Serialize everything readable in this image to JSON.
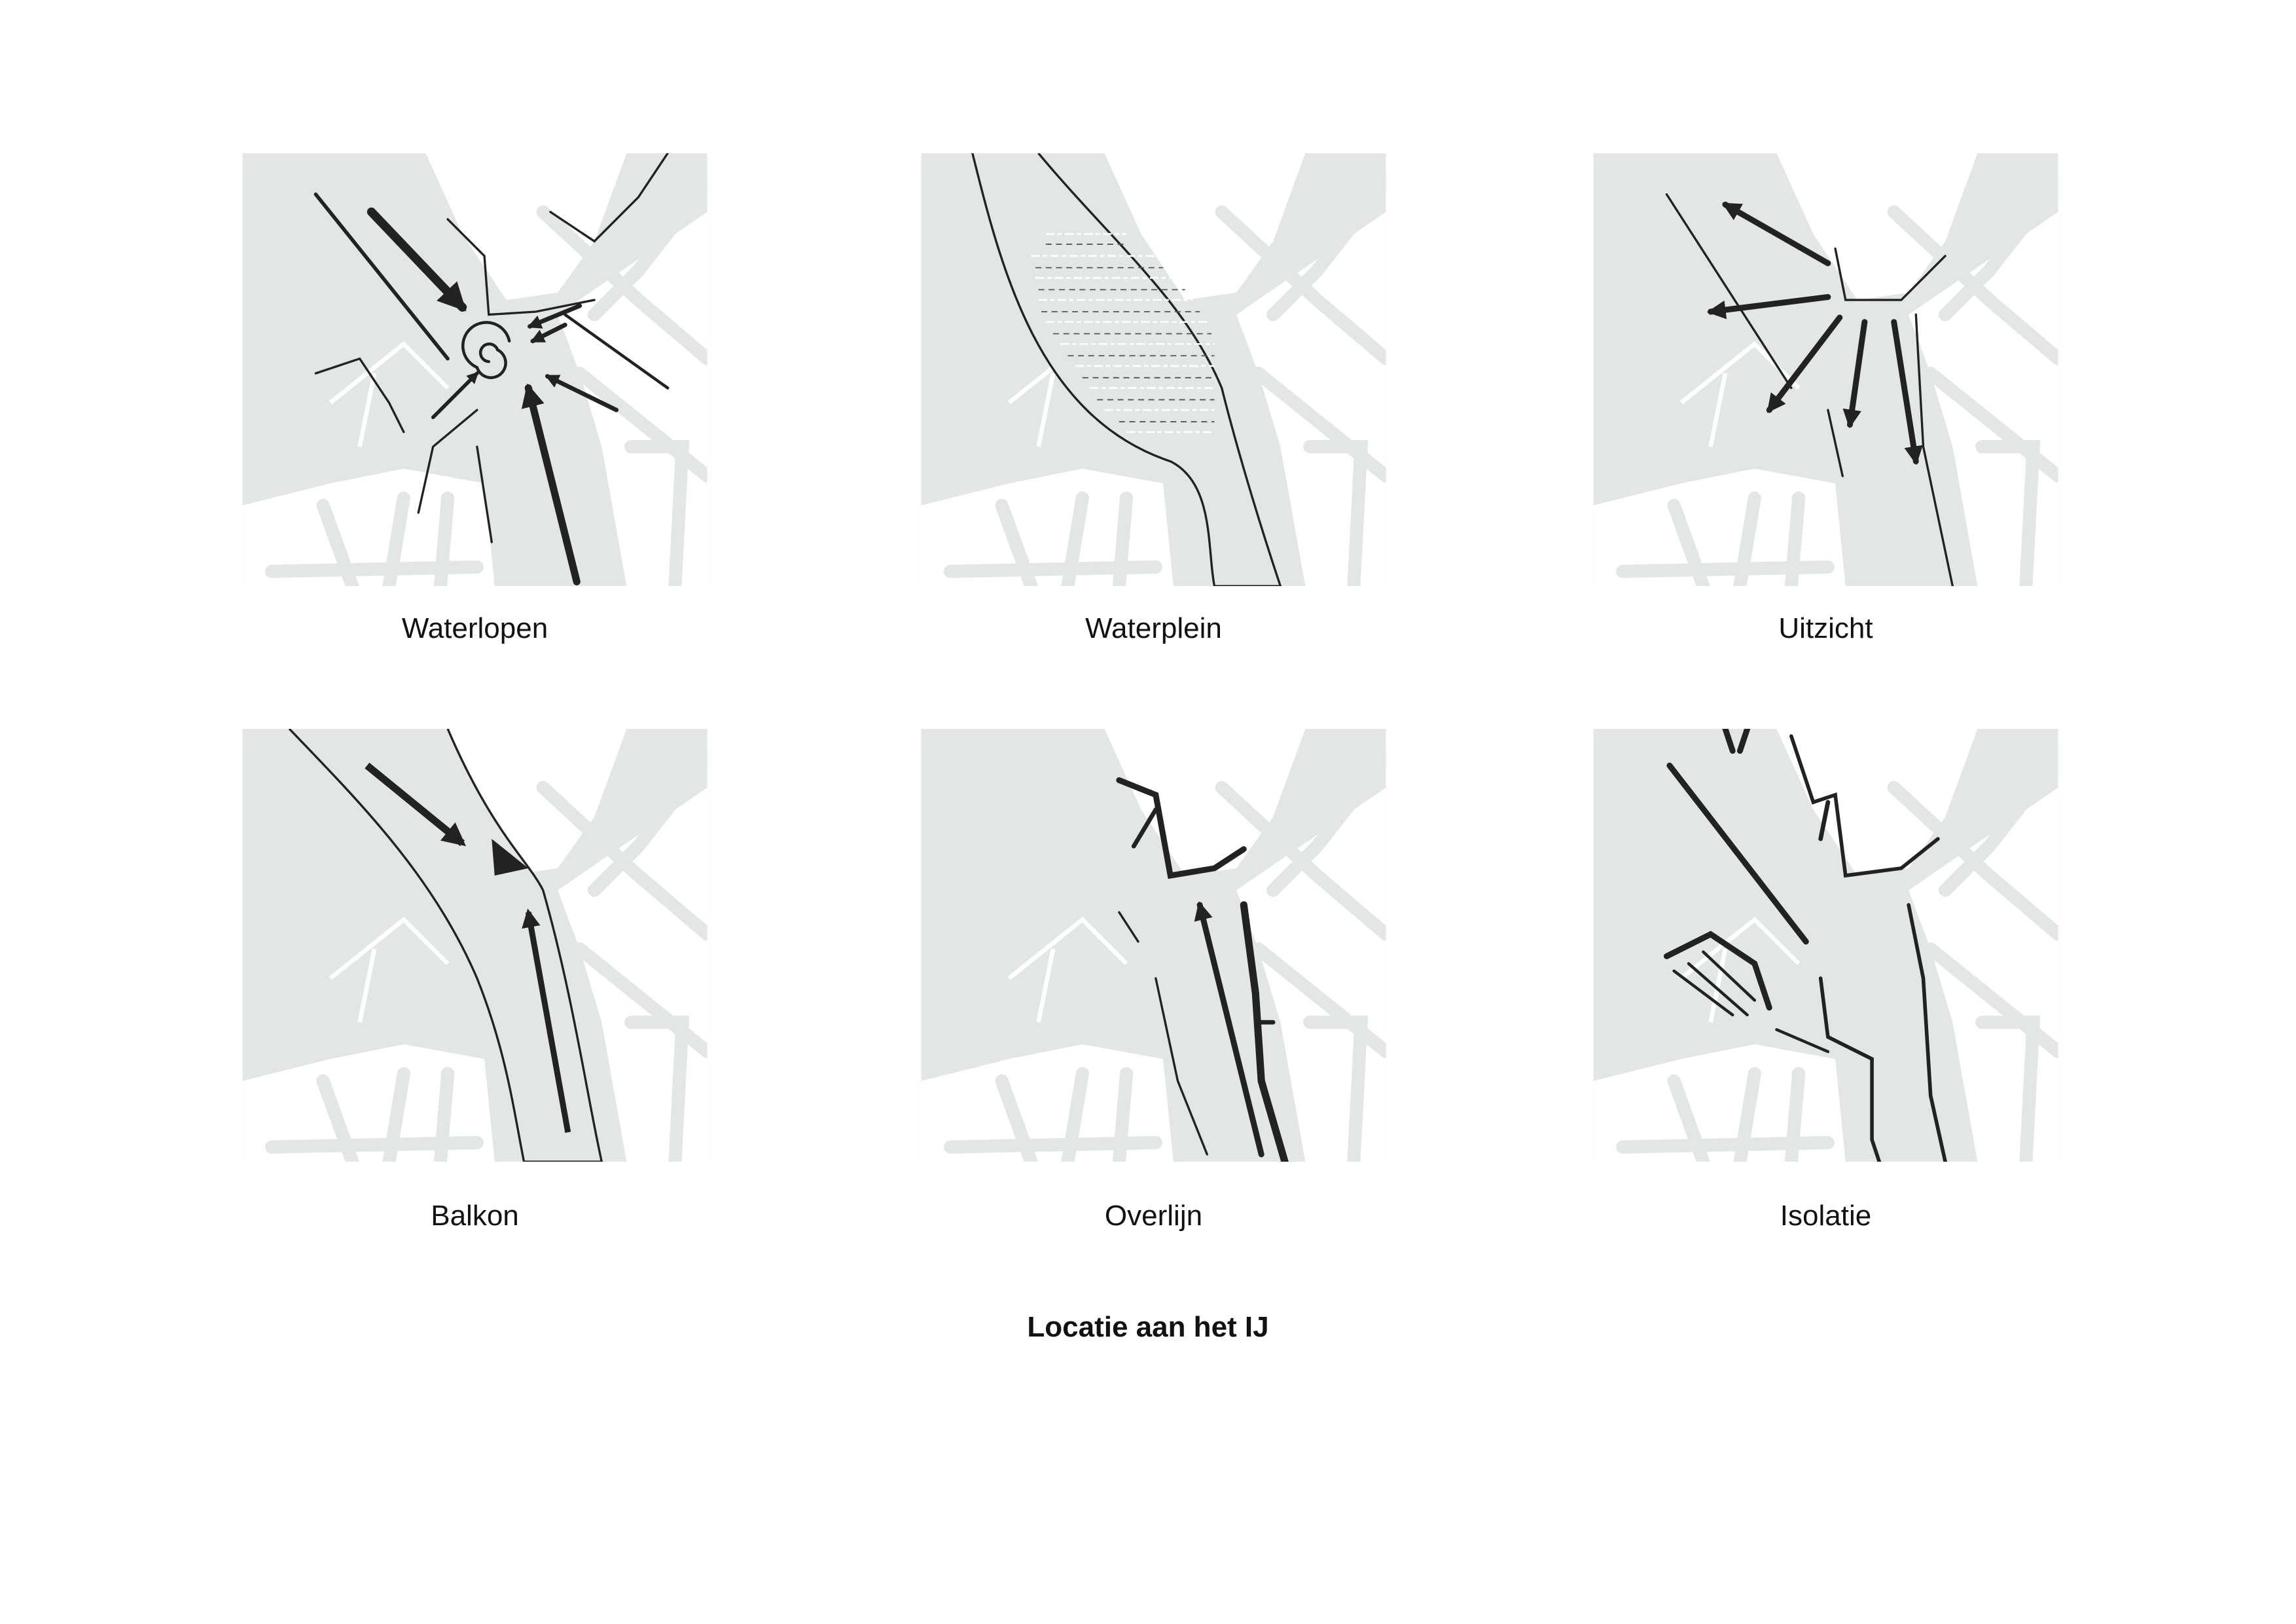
{
  "title": "Locatie aan het IJ",
  "panels": [
    {
      "id": "waterlopen",
      "label": "Waterlopen"
    },
    {
      "id": "waterplein",
      "label": "Waterplein"
    },
    {
      "id": "uitzicht",
      "label": "Uitzicht"
    },
    {
      "id": "balkon",
      "label": "Balkon"
    },
    {
      "id": "overlijn",
      "label": "Overlijn"
    },
    {
      "id": "isolatie",
      "label": "Isolatie"
    }
  ],
  "colors": {
    "land": "#e2e7e6",
    "ink": "#222222",
    "background": "#ffffff"
  }
}
